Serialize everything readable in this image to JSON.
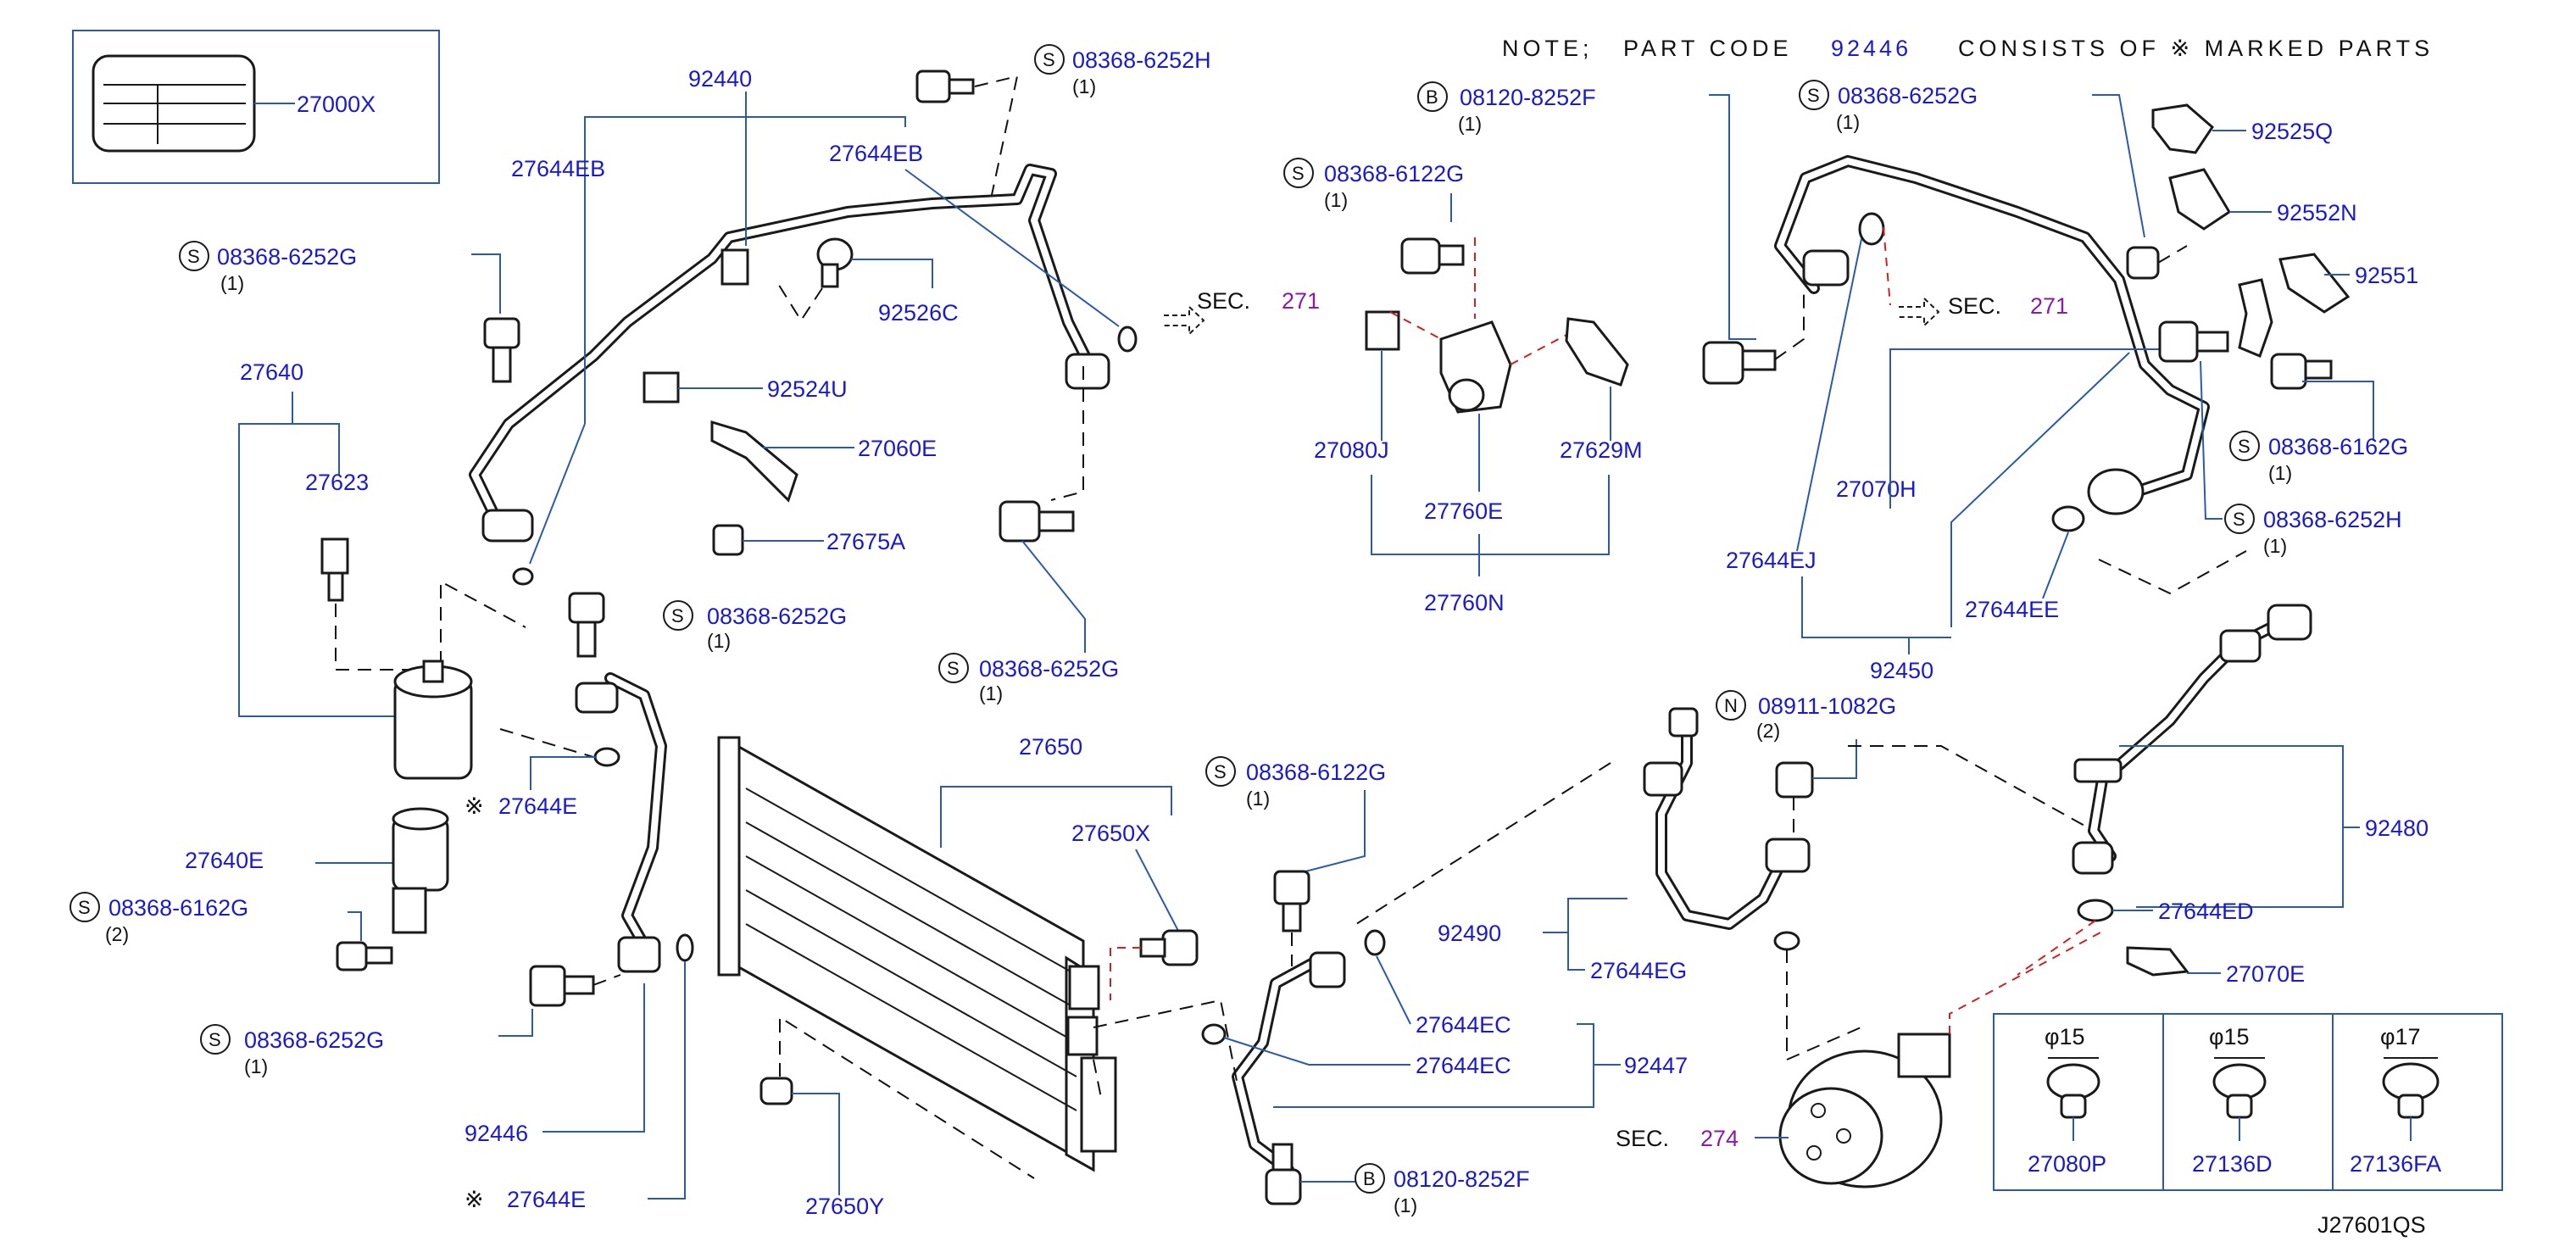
{
  "note": {
    "prefix": "NOTE;",
    "text": "PART CODE",
    "code": "92446",
    "suffix": "CONSISTS OF ※ MARKED PARTS"
  },
  "labels": {
    "p27000X": "27000X",
    "p92440": "92440",
    "p27644EB_a": "27644EB",
    "p27644EB_b": "27644EB",
    "b08368_6252H_top": "08368-6252H",
    "b08368_6252G_left": "08368-6252G",
    "p92526C": "92526C",
    "p92524U": "92524U",
    "p27060E": "27060E",
    "p27675A": "27675A",
    "p27640": "27640",
    "p27623": "27623",
    "b08368_6252G_mid": "08368-6252G",
    "p27644E_a": "27644E",
    "p27640E": "27640E",
    "b08368_6162G_left": "08368-6162G",
    "b08368_6252G_lower": "08368-6252G",
    "p92446": "92446",
    "p27644E_b": "27644E",
    "p27650": "27650",
    "p27650X": "27650X",
    "p27650Y": "27650Y",
    "b08368_6252G_center": "08368-6252G",
    "b08120_8252F_top": "08120-8252F",
    "b08368_6122G_top": "08368-6122G",
    "p27080J": "27080J",
    "p27760E": "27760E",
    "p27629M": "27629M",
    "p27760N": "27760N",
    "b08368_6122G_mid": "08368-6122G",
    "p92490": "92490",
    "p27644EC_a": "27644EC",
    "p27644EC_b": "27644EC",
    "p92447": "92447",
    "b08120_8252F_bot": "08120-8252F",
    "b08368_6252G_right": "08368-6252G",
    "p92525Q": "92525Q",
    "p92552N": "92552N",
    "p92551": "92551",
    "b08368_6162G_right": "08368-6162G",
    "b08368_6252H_right": "08368-6252H",
    "p27070H": "27070H",
    "p27644EJ": "27644EJ",
    "p27644EE": "27644EE",
    "p92450": "92450",
    "n08911_1082G": "08911-1082G",
    "p27644EG": "27644EG",
    "p92480": "92480",
    "p27644ED": "27644ED",
    "p27070E": "27070E",
    "sec": "SEC.",
    "sec271_a": "271",
    "sec271_b": "271",
    "sec274": "274",
    "diagram_code": "J27601QS"
  },
  "quantities": {
    "q1": "(1)",
    "q2": "(2)"
  },
  "markers": {
    "S": "S",
    "B": "B",
    "N": "N",
    "kome": "※"
  },
  "clips": [
    {
      "phi": "φ15",
      "part": "27080P"
    },
    {
      "phi": "φ15",
      "part": "27136D"
    },
    {
      "phi": "φ17",
      "part": "27136FA"
    }
  ],
  "colors": {
    "label_blue": "#1a1acc",
    "section_purple": "#8a1aa8",
    "leader_blue": "#2a5aa8",
    "highlight_red": "#d02020"
  }
}
